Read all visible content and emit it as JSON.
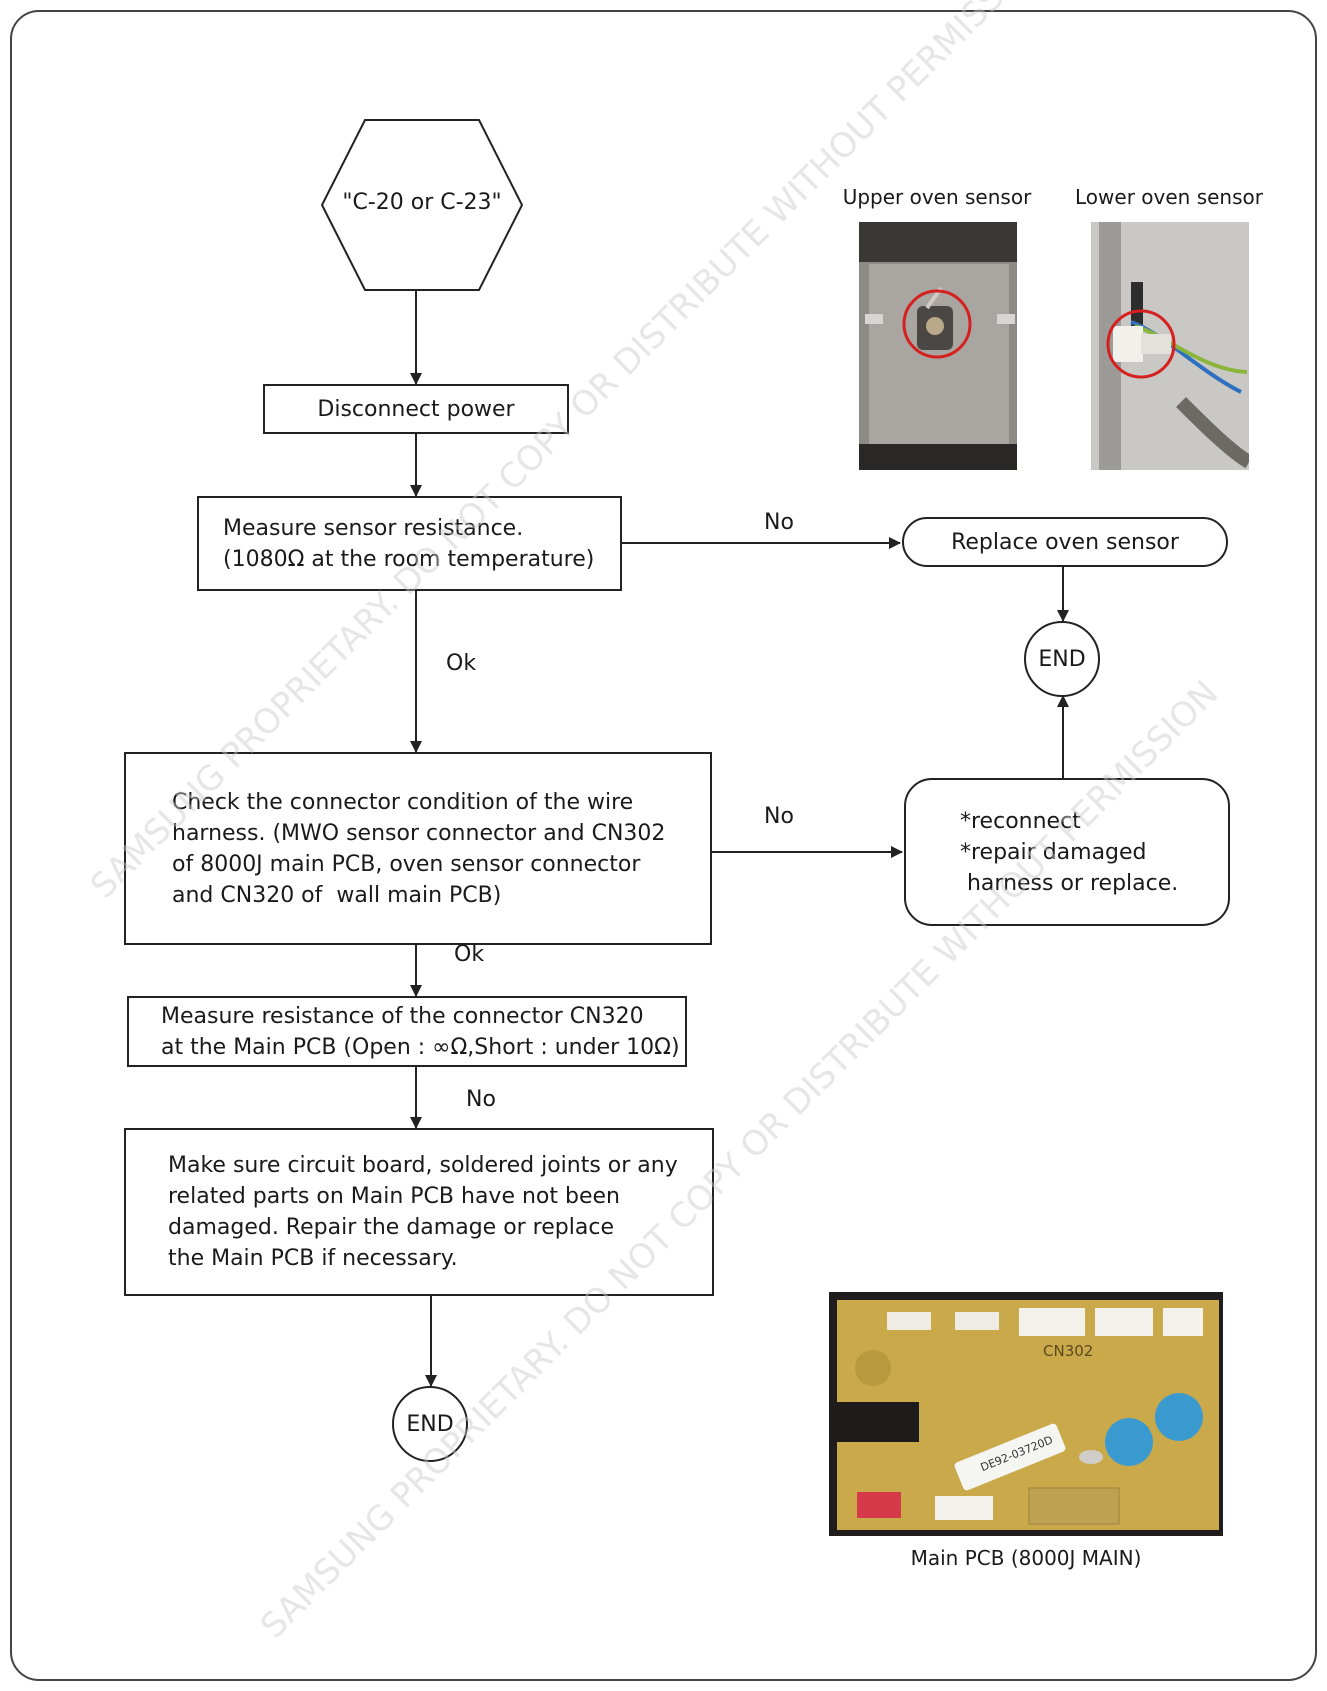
{
  "flow": {
    "start": "\"C-20 or C-23\"",
    "step_disconnect": "Disconnect power",
    "step_measure_sensor": [
      "Measure sensor resistance.",
      "(1080Ω at the room temperature)"
    ],
    "step_replace_sensor": "Replace oven sensor",
    "end_top": "END",
    "step_check_connector": [
      "Check the connector condition of the wire",
      "harness. (MWO sensor connector and CN302",
      "of 8000J main PCB, oven sensor connector",
      "and CN320 of  wall main PCB)"
    ],
    "step_reconnect": [
      "*reconnect",
      "*repair damaged",
      " harness or replace."
    ],
    "step_measure_cn320": [
      "Measure resistance of the connector CN320",
      "at the Main PCB (Open : ∞Ω,Short : under 10Ω)"
    ],
    "step_make_sure": [
      "Make sure circuit board, soldered joints or any",
      "related parts on Main PCB have not been",
      "damaged. Repair the damage or replace",
      "the Main PCB if necessary."
    ],
    "end_bottom": "END",
    "labels": {
      "no_1": "No",
      "ok_1": "Ok",
      "no_2": "No",
      "ok_2": "Ok",
      "no_3": "No"
    }
  },
  "photos": {
    "upper_caption": "Upper oven sensor",
    "lower_caption": "Lower oven sensor",
    "pcb_caption": "Main PCB (8000J MAIN)",
    "pcb_label": "CN302",
    "pcb_sticker": "DE92-03720D"
  },
  "watermark_text": "SAMSUNG PROPRIETARY. DO NOT COPY OR DISTRIBUTE WITHOUT PERMISSION"
}
